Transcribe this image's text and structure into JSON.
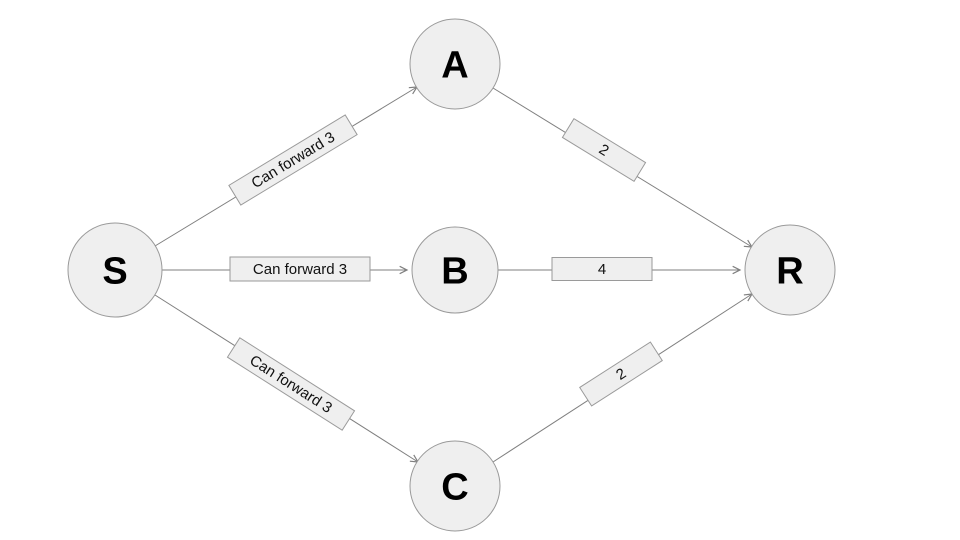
{
  "diagram": {
    "title": "flow-network-diagram",
    "colors": {
      "node_fill": "#efefef",
      "node_stroke": "#9a9a9a",
      "edge_stroke": "#7f7f7f",
      "label_fill": "#efefef",
      "text": "#000000"
    },
    "nodes": {
      "S": {
        "label": "S"
      },
      "A": {
        "label": "A"
      },
      "B": {
        "label": "B"
      },
      "C": {
        "label": "C"
      },
      "R": {
        "label": "R"
      }
    },
    "edges": {
      "S_A": {
        "from": "S",
        "to": "A",
        "label": "Can forward 3"
      },
      "S_B": {
        "from": "S",
        "to": "B",
        "label": "Can forward 3"
      },
      "S_C": {
        "from": "S",
        "to": "C",
        "label": "Can forward 3"
      },
      "A_R": {
        "from": "A",
        "to": "R",
        "label": "2"
      },
      "B_R": {
        "from": "B",
        "to": "R",
        "label": "4"
      },
      "C_R": {
        "from": "C",
        "to": "R",
        "label": "2"
      }
    }
  }
}
